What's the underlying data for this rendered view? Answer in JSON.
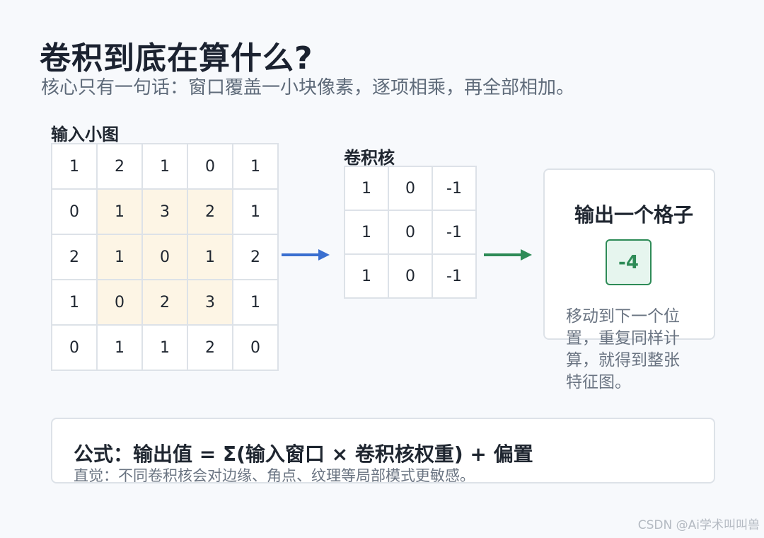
{
  "title": "卷积到底在算什么?",
  "subtitle": "核心只有一句话：窗口覆盖一小块像素，逐项相乘，再全部相加。",
  "input": {
    "label": "输入小图",
    "rows": [
      [
        "1",
        "2",
        "1",
        "0",
        "1"
      ],
      [
        "0",
        "1",
        "3",
        "2",
        "1"
      ],
      [
        "2",
        "1",
        "0",
        "1",
        "2"
      ],
      [
        "1",
        "0",
        "2",
        "3",
        "1"
      ],
      [
        "0",
        "1",
        "1",
        "2",
        "0"
      ]
    ],
    "highlight_color": "#fdf5e5"
  },
  "kernel": {
    "label": "卷积核",
    "rows": [
      [
        "1",
        "0",
        "-1"
      ],
      [
        "1",
        "0",
        "-1"
      ],
      [
        "1",
        "0",
        "-1"
      ]
    ]
  },
  "arrow_colors": {
    "to_kernel": "#3a6fd0",
    "to_output": "#2e8b57"
  },
  "output": {
    "title": "输出一个格子",
    "value": "-4",
    "note": "移动到下一个位置，重复同样计算，就得到整张特征图。",
    "accent": "#2e8b57"
  },
  "formula": {
    "text": "公式：输出值 = Σ(输入窗口 × 卷积核权重) + 偏置",
    "intuition": "直觉：不同卷积核会对边缘、角点、纹理等局部模式更敏感。"
  },
  "watermark": "CSDN @Ai学术叫叫兽"
}
